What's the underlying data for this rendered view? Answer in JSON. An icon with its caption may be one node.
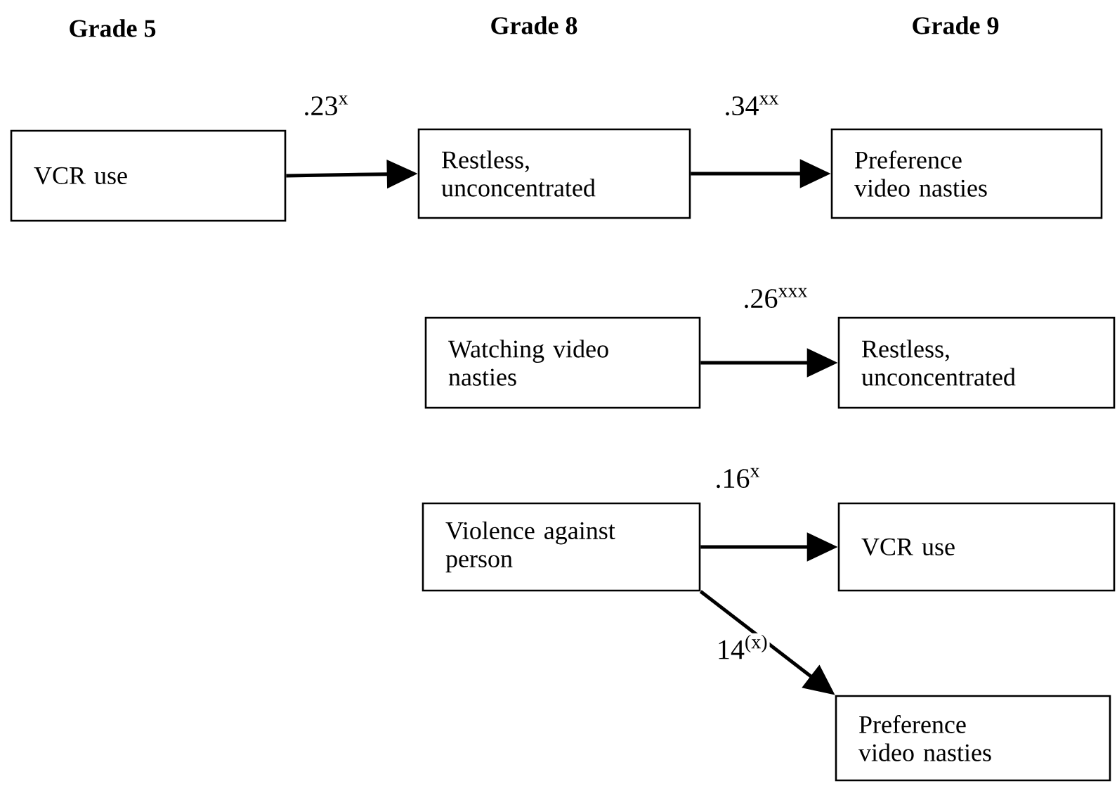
{
  "diagram": {
    "nodes": [
      {
        "text": [
          "VCR use"
        ]
      },
      {
        "text": [
          "Restless, unconcentrated"
        ]
      },
      {
        "text": [
          "Preference video nasties"
        ]
      },
      {
        "text": [
          "Watching video nasties"
        ]
      },
      {
        "text": [
          "Restless, unconcentrated"
        ]
      },
      {
        "text": [
          "Violence against person"
        ]
      },
      {
        "text": [
          "VCR use"
        ]
      },
      {
        "text": [
          "Preference video nasties"
        ]
      }
    ],
    "edges": [
      {
        "from": 0,
        "to": 1,
        "arrow": "to",
        "label": ".23$^{x}$"
      },
      {
        "from": 1,
        "to": 2,
        "arrow": "to",
        "label": ".34$^{xx}$"
      },
      {
        "from": 3,
        "to": 4,
        "arrow": "to",
        "label": ".26$^{xxx}$"
      },
      {
        "from": 5,
        "to": 6,
        "arrow": "to",
        "label": ".16$^{x}$"
      },
      {
        "from": 5,
        "to": 7,
        "arrow": "to",
        "label": "14$^{(x)}$"
      }
    ],
    "labels": [
      "Grade 5",
      "Grade 8",
      "Grade 9"
    ]
  }
}
